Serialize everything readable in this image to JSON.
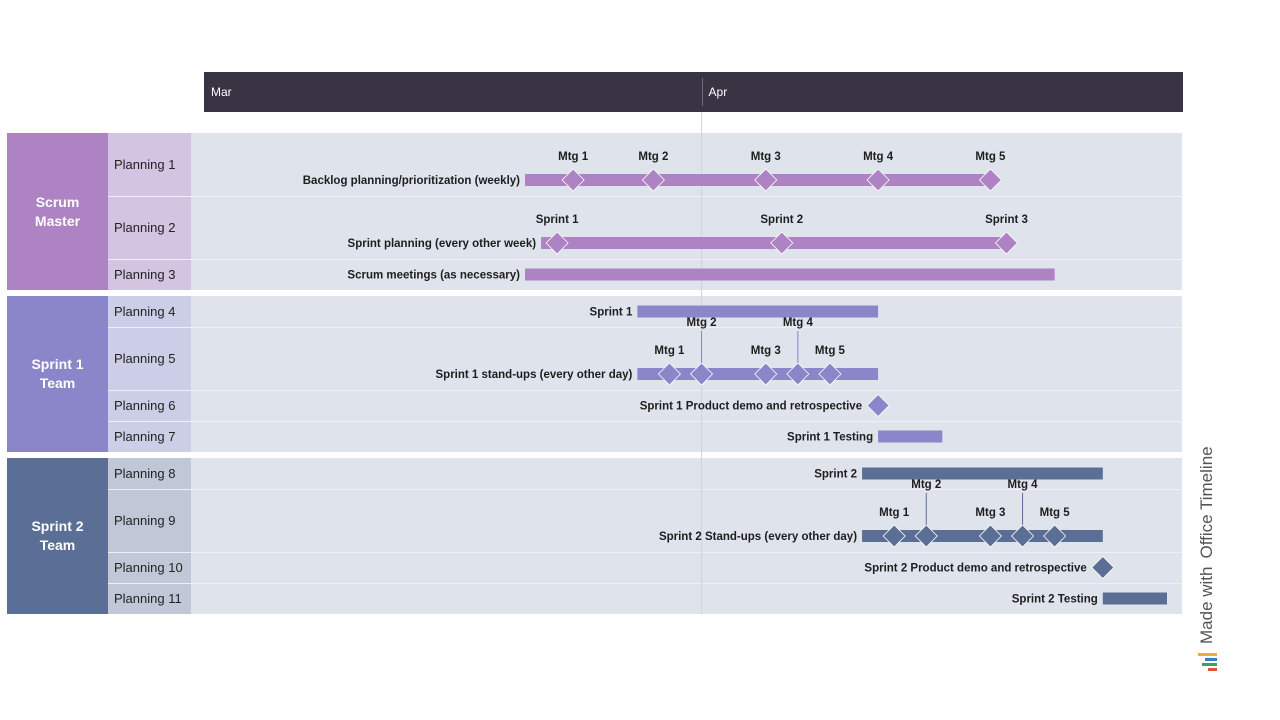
{
  "chart_data": {
    "type": "gantt",
    "axis": {
      "months": [
        "Mar",
        "Apr"
      ],
      "start": "2024-03-01",
      "end": "2024-04-30"
    },
    "groups": [
      {
        "name": "Scrum\nMaster",
        "color": "#ae83c4",
        "light": "#d3c4e2",
        "bar_color": "#ae83c4",
        "rows": [
          0,
          1,
          2
        ]
      },
      {
        "name": "Sprint 1\nTeam",
        "color": "#8b85c9",
        "light": "#cccde6",
        "bar_color": "#8b85c9",
        "rows": [
          3,
          4,
          5,
          6
        ]
      },
      {
        "name": "Sprint 2\nTeam",
        "color": "#5b6f96",
        "light": "#c0c8d8",
        "bar_color": "#5b6f96",
        "rows": [
          7,
          8,
          9,
          10
        ]
      }
    ],
    "rows": [
      {
        "label": "Planning 1",
        "tall": true,
        "tasks": [
          {
            "label": "Backlog planning/prioritization (weekly)",
            "start": "2024-03-21",
            "end": "2024-04-19"
          }
        ],
        "milestones": [
          {
            "label": "Mtg 1",
            "date": "2024-03-24"
          },
          {
            "label": "Mtg 2",
            "date": "2024-03-29"
          },
          {
            "label": "Mtg 3",
            "date": "2024-04-05"
          },
          {
            "label": "Mtg 4",
            "date": "2024-04-12"
          },
          {
            "label": "Mtg 5",
            "date": "2024-04-19"
          }
        ]
      },
      {
        "label": "Planning 2",
        "tall": true,
        "tasks": [
          {
            "label": "Sprint planning (every other week)",
            "start": "2024-03-22",
            "end": "2024-04-20"
          }
        ],
        "milestones": [
          {
            "label": "Sprint 1",
            "date": "2024-03-23"
          },
          {
            "label": "Sprint 2",
            "date": "2024-04-06"
          },
          {
            "label": "Sprint 3",
            "date": "2024-04-20"
          }
        ]
      },
      {
        "label": "Planning 3",
        "tasks": [
          {
            "label": "Scrum meetings (as necessary)",
            "start": "2024-03-21",
            "end": "2024-04-23"
          }
        ],
        "milestones": []
      },
      {
        "label": "Planning 4",
        "tasks": [
          {
            "label": "Sprint 1",
            "start": "2024-03-28",
            "end": "2024-04-12"
          }
        ],
        "milestones": []
      },
      {
        "label": "Planning 5",
        "tall": true,
        "tasks": [
          {
            "label": "Sprint 1 stand-ups (every other day)",
            "start": "2024-03-28",
            "end": "2024-04-12"
          }
        ],
        "milestones": [
          {
            "label": "Mtg 1",
            "date": "2024-03-30"
          },
          {
            "label": "Mtg 2",
            "date": "2024-04-01",
            "raised": true
          },
          {
            "label": "Mtg 3",
            "date": "2024-04-05"
          },
          {
            "label": "Mtg 4",
            "date": "2024-04-07",
            "raised": true
          },
          {
            "label": "Mtg 5",
            "date": "2024-04-09"
          }
        ]
      },
      {
        "label": "Planning 6",
        "tasks": [],
        "milestones": [
          {
            "label": "Sprint 1 Product demo and retrospective",
            "date": "2024-04-12",
            "label_left": true
          }
        ]
      },
      {
        "label": "Planning 7",
        "tasks": [
          {
            "label": "Sprint 1 Testing",
            "start": "2024-04-12",
            "end": "2024-04-16"
          }
        ],
        "milestones": []
      },
      {
        "label": "Planning 8",
        "tasks": [
          {
            "label": "Sprint 2",
            "start": "2024-04-11",
            "end": "2024-04-26"
          }
        ],
        "milestones": []
      },
      {
        "label": "Planning 9",
        "tall": true,
        "tasks": [
          {
            "label": "Sprint 2 Stand-ups (every other day)",
            "start": "2024-04-11",
            "end": "2024-04-26"
          }
        ],
        "milestones": [
          {
            "label": "Mtg 1",
            "date": "2024-04-13"
          },
          {
            "label": "Mtg 2",
            "date": "2024-04-15",
            "raised": true
          },
          {
            "label": "Mtg 3",
            "date": "2024-04-19"
          },
          {
            "label": "Mtg 4",
            "date": "2024-04-21",
            "raised": true
          },
          {
            "label": "Mtg 5",
            "date": "2024-04-23"
          }
        ]
      },
      {
        "label": "Planning 10",
        "tasks": [],
        "milestones": [
          {
            "label": "Sprint 2 Product demo and retrospective",
            "date": "2024-04-26",
            "label_left": true
          }
        ]
      },
      {
        "label": "Planning 11",
        "tasks": [
          {
            "label": "Sprint 2 Testing",
            "start": "2024-04-26",
            "end": "2024-04-30"
          }
        ],
        "milestones": []
      }
    ]
  },
  "watermark": {
    "prefix": "Made with",
    "brand": "Office Timeline"
  }
}
